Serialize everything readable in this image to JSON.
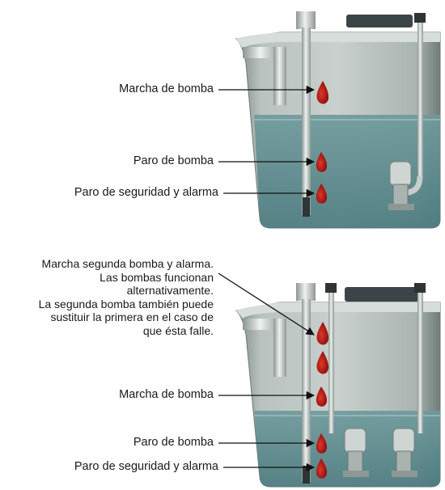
{
  "top_diagram": {
    "labels": {
      "pump_start": "Marcha de bomba",
      "pump_stop": "Paro de bomba",
      "safety_stop_alarm": "Paro de seguridad y alarma"
    }
  },
  "bottom_diagram": {
    "note_lines": [
      "Marcha segunda bomba y alarma.",
      "Las bombas funcionan",
      "alternativamente.",
      "La segunda bomba también puede",
      "sustituir la primera en el caso de",
      "que ésta falle."
    ],
    "labels": {
      "pump_start": "Marcha de bomba",
      "pump_stop": "Paro de bomba",
      "safety_stop_alarm": "Paro de seguridad y alarma"
    }
  }
}
